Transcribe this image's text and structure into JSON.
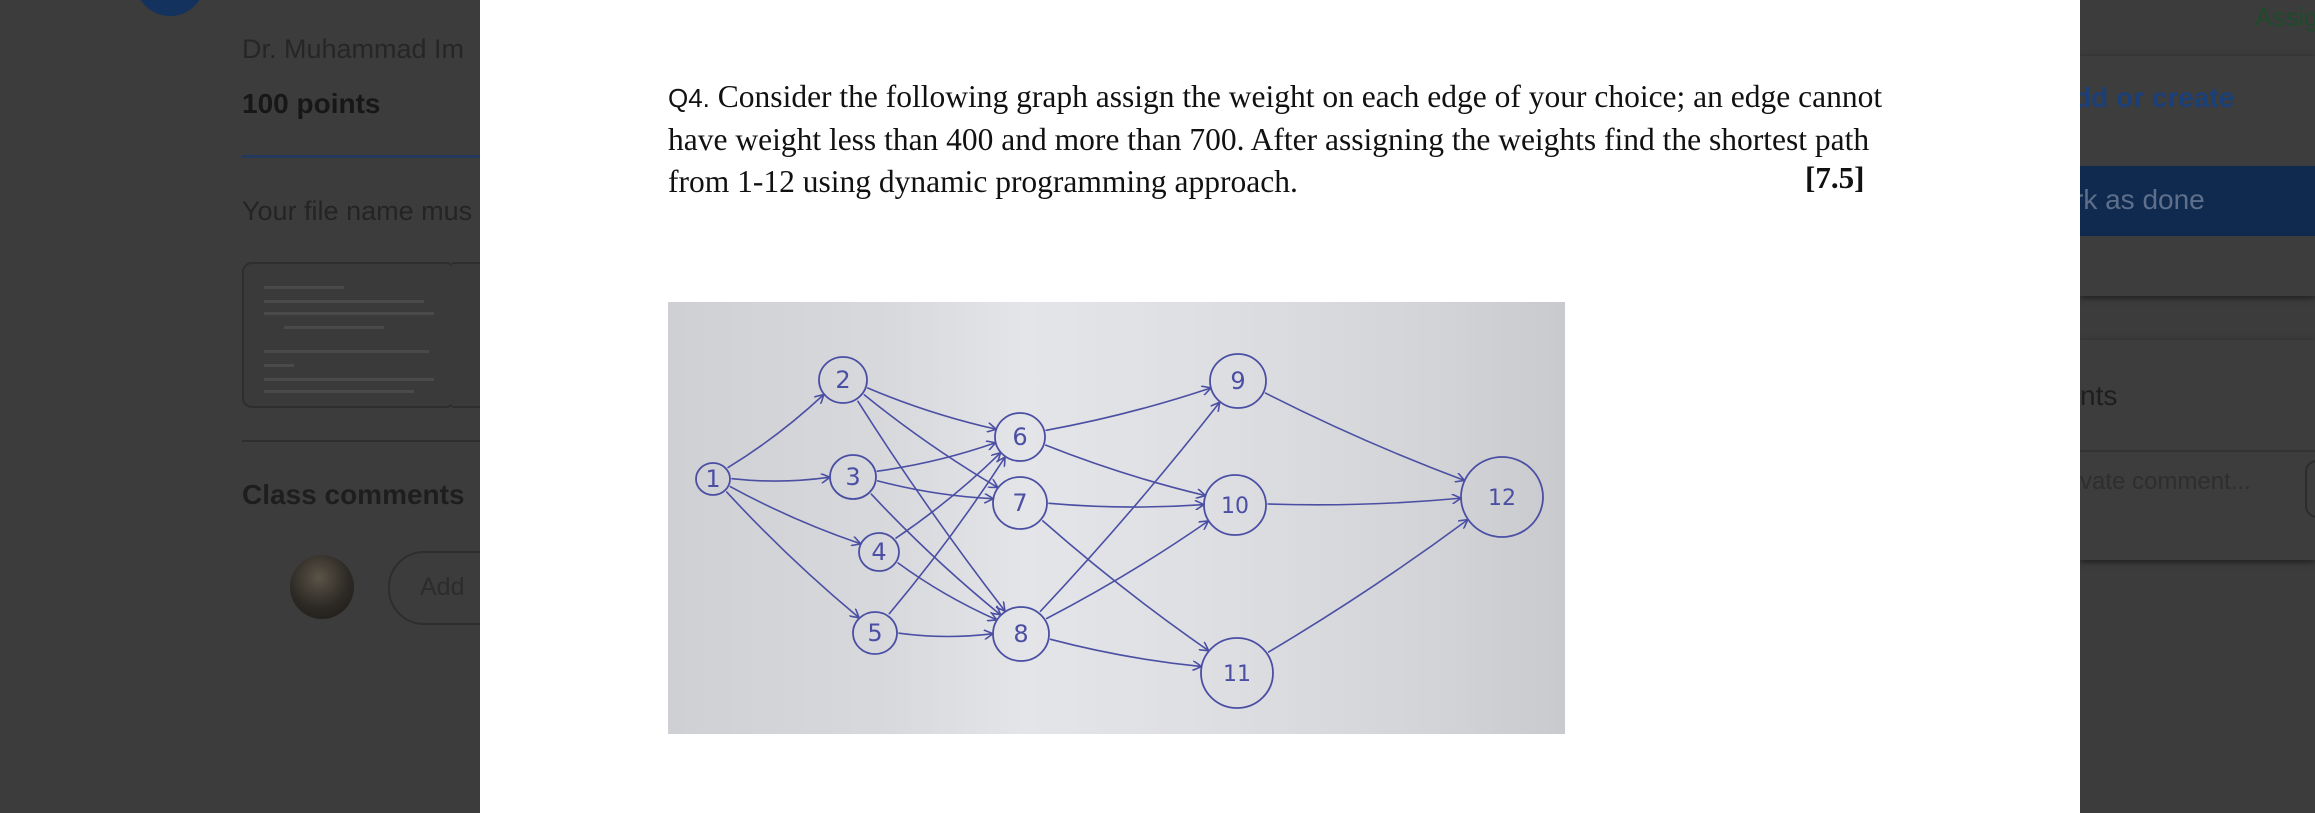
{
  "background": {
    "teacher": "Dr. Muhammad Im",
    "points": "100 points",
    "filename_note": "Your file name mus",
    "class_comments": "Class comments",
    "add_comment_placeholder": "Add",
    "assign_fragment": "Assig",
    "add_or_create": "dd or create",
    "mark_as_done": "rk as done",
    "private_comments_title": "nts",
    "private_comment_placeholder": "vate comment..."
  },
  "viewer": {
    "question_label": "Q4.",
    "question_lines": [
      " Consider the following graph assign the weight on each edge of your choice; an edge cannot",
      "have weight less than 400 and more than 700.  After assigning the weights find the shortest path",
      "from 1-12 using dynamic programming approach."
    ],
    "marks": "[7.5]",
    "graph": {
      "nodes": [
        "1",
        "2",
        "3",
        "4",
        "5",
        "6",
        "7",
        "8",
        "9",
        "10",
        "11",
        "12"
      ],
      "ink_color": "#4b4fa3"
    }
  }
}
